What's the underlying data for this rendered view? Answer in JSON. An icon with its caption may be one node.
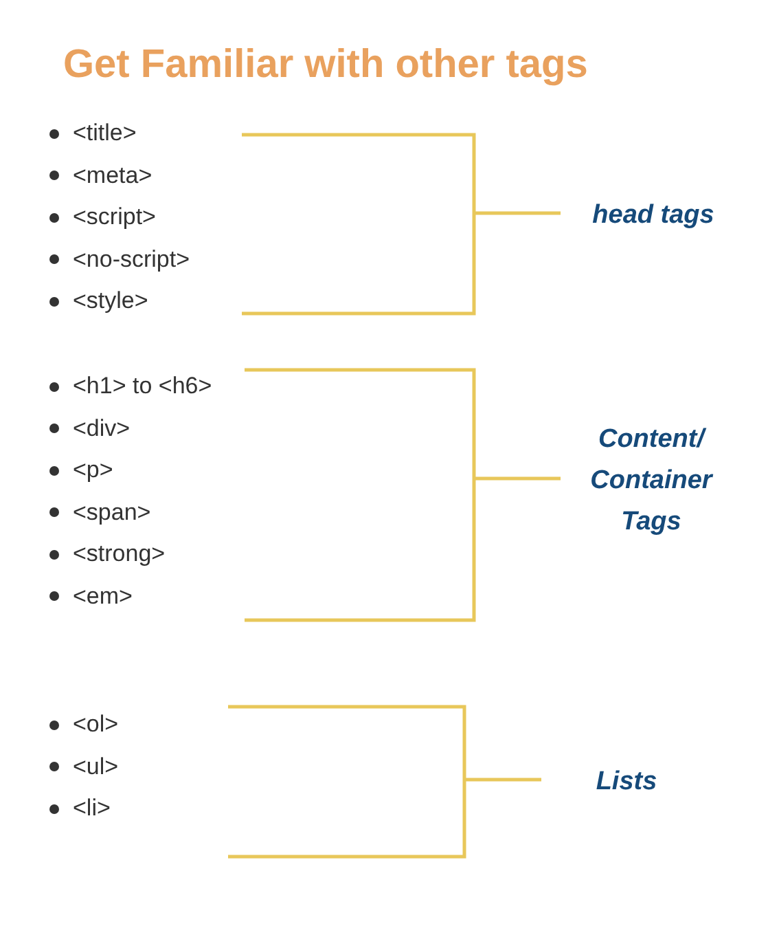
{
  "diagram": {
    "title": "Get Familiar with other tags",
    "labels": [
      "<title>",
      "<meta>",
      "<script>",
      "<no-script>",
      "<style>",
      "head tags",
      "<h1> to <h6>",
      "<div>",
      "<p>",
      "<span>",
      "<strong>",
      "<em>",
      "Content/ Container Tags",
      "<ol>",
      "<ul>",
      "<li>",
      "Lists"
    ]
  }
}
